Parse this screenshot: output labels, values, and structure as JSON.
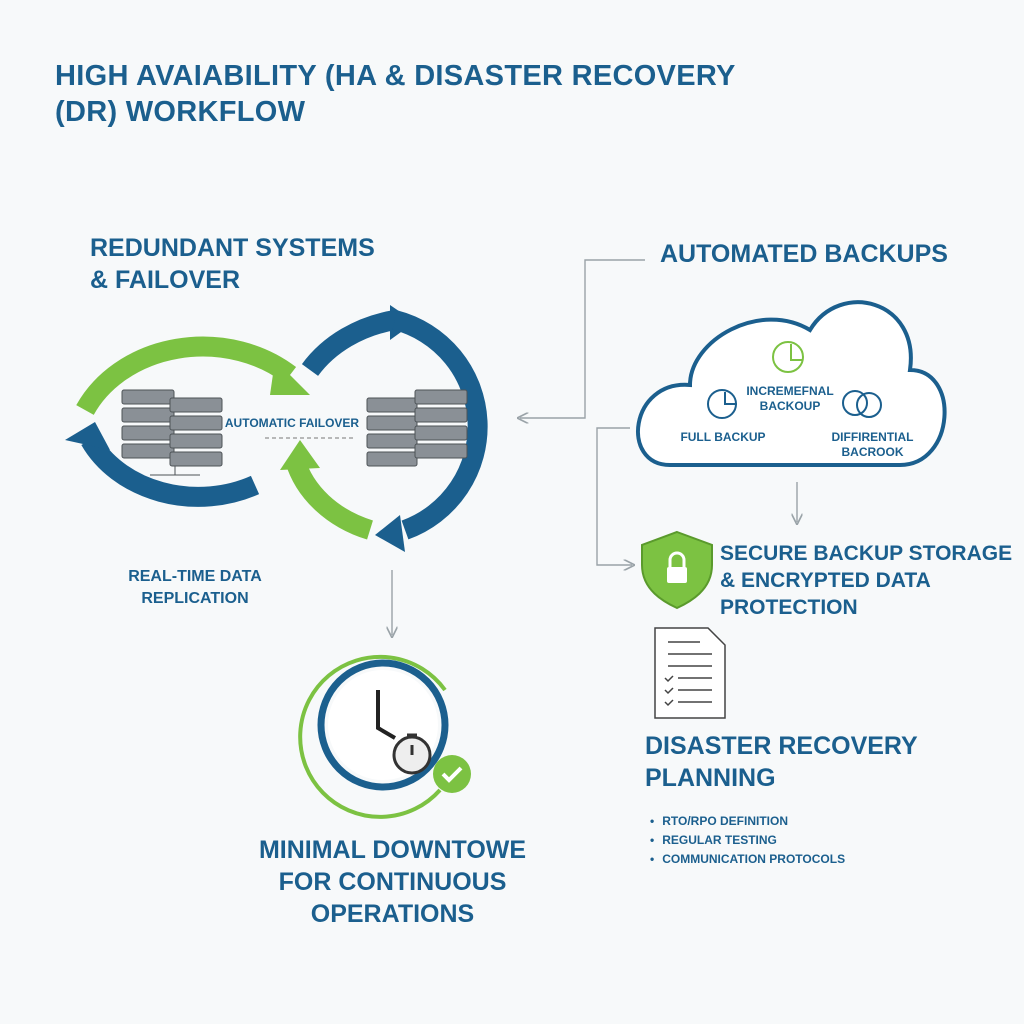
{
  "title": "HIGH AVAIABILITY (HA & DISASTER RECOVERY (DR) WORKFLOW",
  "colors": {
    "blue": "#1b5f8e",
    "green": "#7cc242",
    "arrow_gray": "#9aa3a8"
  },
  "redundant": {
    "heading": "REDUNDANT SYSTEMS & FAILOVER",
    "failover_label": "AUTOMATIC FAILOVER",
    "replication_label": "REAL-TIME DATA REPLICATION"
  },
  "downtime": {
    "heading": "MINIMAL DOWNTOWE FOR CONTINUOUS OPERATIONS"
  },
  "backups": {
    "heading": "AUTOMATED BACKUPS",
    "items": [
      {
        "label": "FULL BACKUP",
        "icon": "pie-chart-icon"
      },
      {
        "label": "INCREMEFNAL BACKOUP",
        "icon": "pie-chart-icon"
      },
      {
        "label": "DIFFIRENTIAL BACROOK",
        "icon": "overlap-circles-icon"
      }
    ]
  },
  "secure": {
    "heading": "SECURE BACKUP STORAGE & ENCRYPTED DATA PROTECTION",
    "icon": "shield-lock-icon"
  },
  "drp": {
    "heading": "DISASTER RECOVERY PLANNING",
    "icon": "document-checklist-icon",
    "bullets": [
      "RTO/RPO DEFINITION",
      "REGULAR TESTING",
      "COMMUNICATION PROTOCOLS"
    ]
  }
}
